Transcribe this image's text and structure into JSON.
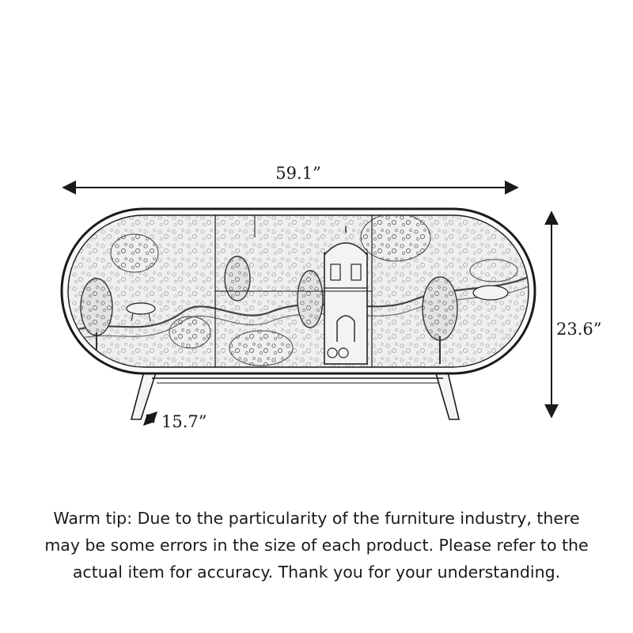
{
  "dimensions": {
    "width_label": "59.1”",
    "height_label": "23.6”",
    "depth_label": "15.7”"
  },
  "tip": {
    "lines": [
      "Warm tip: Due to the particularity of the furniture industry, there",
      "may be some errors in the size of each product. Please refer to the",
      "actual item for accuracy. Thank you for your understanding."
    ]
  },
  "colors": {
    "ink": "#1a1a1a",
    "panel_fill": "#efefef",
    "background": "#ffffff"
  }
}
